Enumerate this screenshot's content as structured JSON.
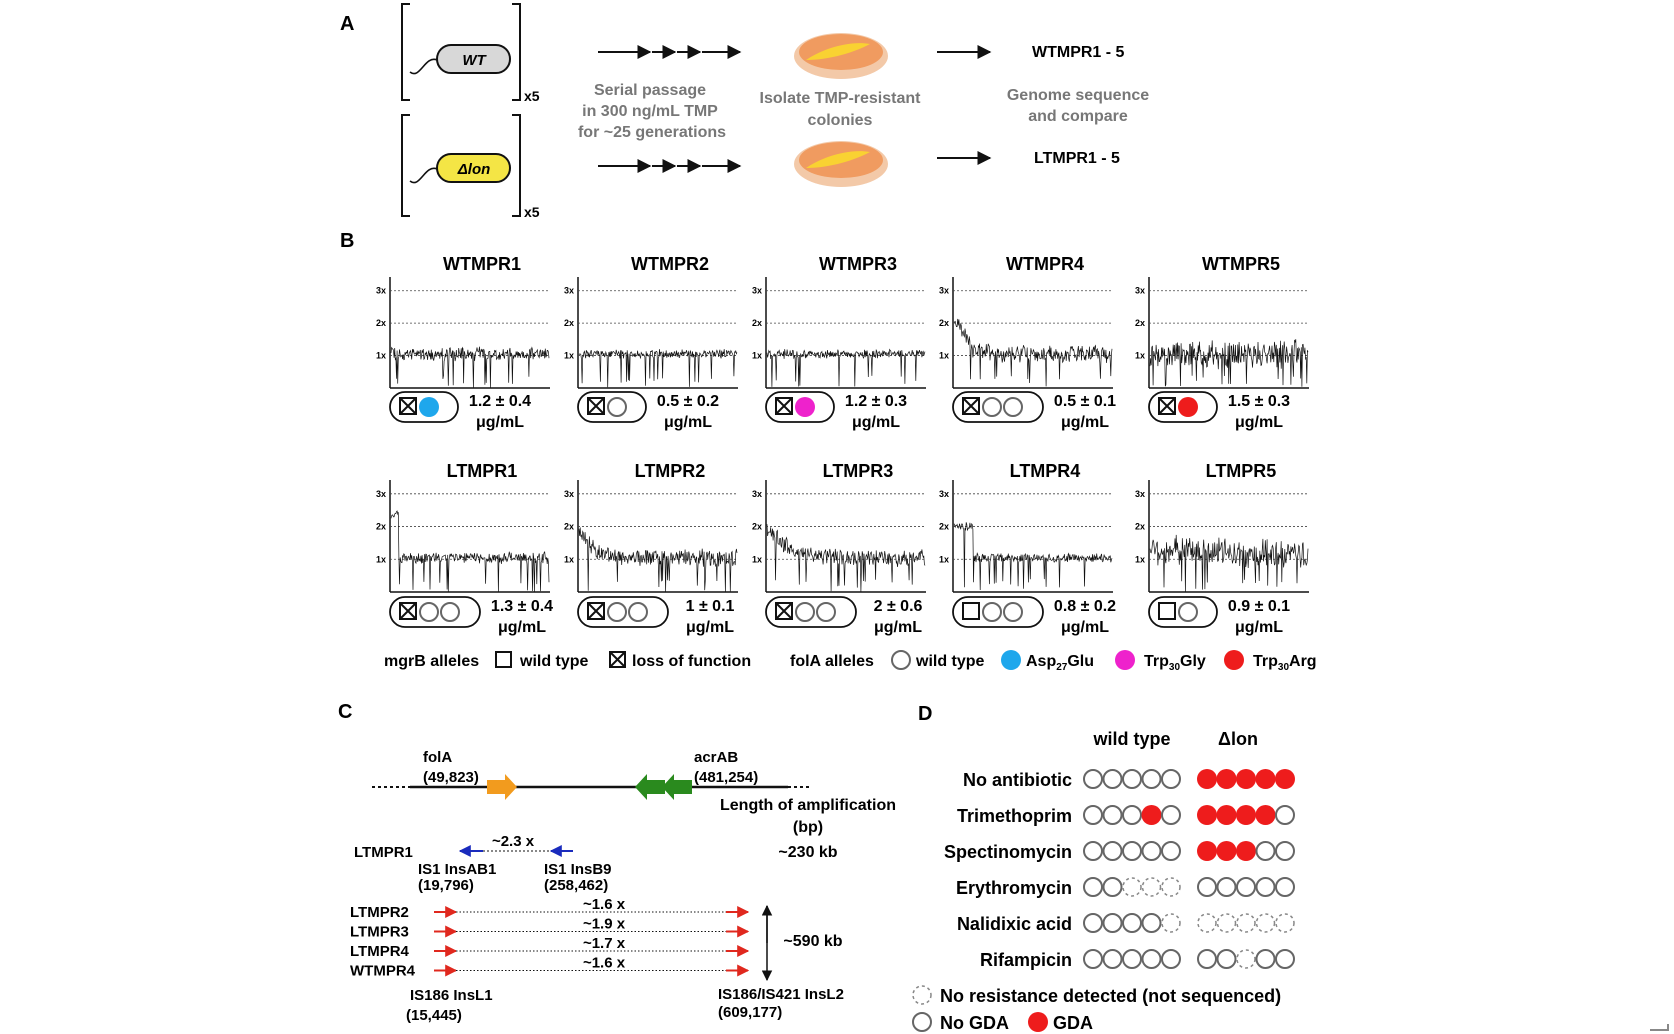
{
  "panelA": {
    "letter": "A",
    "strain_wt": "WT",
    "strain_lon": "Δlon",
    "replicates": "x5",
    "passage_lines": [
      "Serial passage",
      "in 300 ng/mL TMP",
      "for ~25 generations"
    ],
    "isolate_lines": [
      "Isolate TMP-resistant",
      "colonies"
    ],
    "result_wt": "WTMPR1 - 5",
    "result_lon": "LTMPR1 - 5",
    "genome_lines": [
      "Genome sequence",
      "and compare"
    ]
  },
  "panelB": {
    "letter": "B",
    "y_ticks": [
      "3x",
      "2x",
      "1x"
    ],
    "dose_unit": "μg/mL",
    "strains": [
      {
        "name": "WTMPR1",
        "mgrB": "loss",
        "folA": [
          "Asp27Glu"
        ],
        "mic": "1.2 ± 0.4"
      },
      {
        "name": "WTMPR2",
        "mgrB": "loss",
        "folA": [
          "wild type"
        ],
        "mic": "0.5 ± 0.2"
      },
      {
        "name": "WTMPR3",
        "mgrB": "loss",
        "folA": [
          "Trp30Gly"
        ],
        "mic": "1.2 ± 0.3"
      },
      {
        "name": "WTMPR4",
        "mgrB": "loss",
        "folA": [
          "wild type",
          "wild type"
        ],
        "mic": "0.5 ± 0.1"
      },
      {
        "name": "WTMPR5",
        "mgrB": "loss",
        "folA": [
          "Trp30Arg"
        ],
        "mic": "1.5 ± 0.3"
      },
      {
        "name": "LTMPR1",
        "mgrB": "loss",
        "folA": [
          "wild type",
          "wild type"
        ],
        "mic": "1.3 ± 0.4"
      },
      {
        "name": "LTMPR2",
        "mgrB": "loss",
        "folA": [
          "wild type",
          "wild type"
        ],
        "mic": "1 ± 0.1"
      },
      {
        "name": "LTMPR3",
        "mgrB": "loss",
        "folA": [
          "wild type",
          "wild type"
        ],
        "mic": "2 ± 0.6"
      },
      {
        "name": "LTMPR4",
        "mgrB": "wild type",
        "folA": [
          "wild type",
          "wild type"
        ],
        "mic": "0.8 ± 0.2"
      },
      {
        "name": "LTMPR5",
        "mgrB": "wild type",
        "folA": [
          "wild type"
        ],
        "mic": "0.9 ± 0.1"
      }
    ],
    "legend": {
      "mgrb_title": "mgrB alleles",
      "mgrb_wt": "wild type",
      "mgrb_lof": "loss of function",
      "fola_title": "folA alleles",
      "fola_wt": "wild type",
      "asp_pre": "Asp",
      "asp_sub": "27",
      "asp_post": "Glu",
      "trpg_pre": "Trp",
      "trpg_sub": "30",
      "trpg_post": "Gly",
      "trpr_pre": "Trp",
      "trpr_sub": "30",
      "trpr_post": "Arg"
    },
    "colors": {
      "Asp27Glu": "#1ea7ec",
      "Trp30Gly": "#ee22cc",
      "Trp30Arg": "#ee1c1c"
    }
  },
  "panelC": {
    "letter": "C",
    "gene1": "folA",
    "gene1_pos": "(49,823)",
    "gene2": "acrAB",
    "gene2_pos": "(481,254)",
    "len_title": "Length of amplification",
    "len_unit": "(bp)",
    "ltmpr1": "LTMPR1",
    "ltmpr1_fold": "~2.3 x",
    "ltmpr1_len": "~230 kb",
    "is1a": "IS1 InsAB1",
    "is1a_pos": "(19,796)",
    "is1b": "IS1 InsB9",
    "is1b_pos": "(258,462)",
    "rows": [
      {
        "name": "LTMPR2",
        "fold": "~1.6 x"
      },
      {
        "name": "LTMPR3",
        "fold": "~1.9 x"
      },
      {
        "name": "LTMPR4",
        "fold": "~1.7 x"
      },
      {
        "name": "WTMPR4",
        "fold": "~1.6 x"
      }
    ],
    "group_len": "~590 kb",
    "is186a": "IS186 InsL1",
    "is186a_pos": "(15,445)",
    "is186b": "IS186/IS421 InsL2",
    "is186b_pos": "(609,177)"
  },
  "panelD": {
    "letter": "D",
    "col_wt": "wild type",
    "col_lon": "Δlon",
    "rows": [
      {
        "label": "No antibiotic",
        "wt": [
          "n",
          "n",
          "n",
          "n",
          "n"
        ],
        "lon": [
          "g",
          "g",
          "g",
          "g",
          "g"
        ]
      },
      {
        "label": "Trimethoprim",
        "wt": [
          "n",
          "n",
          "n",
          "g",
          "n"
        ],
        "lon": [
          "g",
          "g",
          "g",
          "g",
          "n"
        ]
      },
      {
        "label": "Spectinomycin",
        "wt": [
          "n",
          "n",
          "n",
          "n",
          "n"
        ],
        "lon": [
          "g",
          "g",
          "g",
          "n",
          "n"
        ]
      },
      {
        "label": "Erythromycin",
        "wt": [
          "n",
          "n",
          "d",
          "d",
          "d"
        ],
        "lon": [
          "n",
          "n",
          "n",
          "n",
          "n"
        ]
      },
      {
        "label": "Nalidixic acid",
        "wt": [
          "n",
          "n",
          "n",
          "n",
          "d"
        ],
        "lon": [
          "d",
          "d",
          "d",
          "d",
          "d"
        ]
      },
      {
        "label": "Rifampicin",
        "wt": [
          "n",
          "n",
          "n",
          "n",
          "n"
        ],
        "lon": [
          "n",
          "n",
          "d",
          "n",
          "n"
        ]
      }
    ],
    "legend_none": "No resistance detected (not sequenced)",
    "legend_nogda": "No GDA",
    "legend_gda": "GDA",
    "gda_color": "#ee1c1c"
  }
}
